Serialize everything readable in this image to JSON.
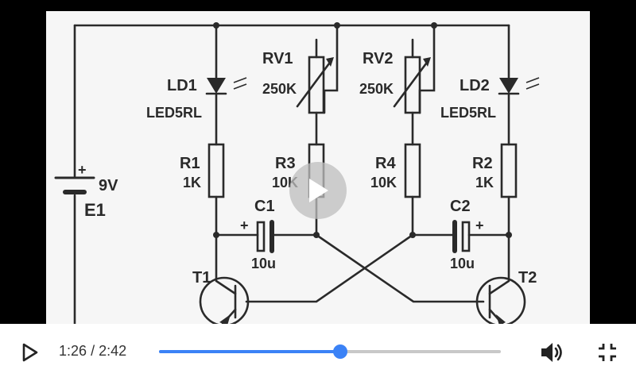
{
  "player": {
    "current_time": "1:26",
    "duration": "2:42",
    "progress_fraction": 0.53,
    "accent_color": "#3b82f6",
    "icons": {
      "play": "play-icon",
      "big_play": "play-overlay-icon",
      "volume": "volume-icon",
      "fullscreen": "exit-fullscreen-icon"
    }
  },
  "schematic": {
    "battery": {
      "label": "E1",
      "value": "9V",
      "plus": "+"
    },
    "led1": {
      "label": "LD1",
      "part": "LED5RL"
    },
    "led2": {
      "label": "LD2",
      "part": "LED5RL"
    },
    "rv1": {
      "label": "RV1",
      "value": "250K"
    },
    "rv2": {
      "label": "RV2",
      "value": "250K"
    },
    "r1": {
      "label": "R1",
      "value": "1K"
    },
    "r2": {
      "label": "R2",
      "value": "1K"
    },
    "r3": {
      "label": "R3",
      "value": "10K"
    },
    "r4": {
      "label": "R4",
      "value": "10K"
    },
    "c1": {
      "label": "C1",
      "value": "10u",
      "plus": "+"
    },
    "c2": {
      "label": "C2",
      "value": "10u",
      "plus": "+"
    },
    "t1": {
      "label": "T1"
    },
    "t2": {
      "label": "T2"
    }
  }
}
